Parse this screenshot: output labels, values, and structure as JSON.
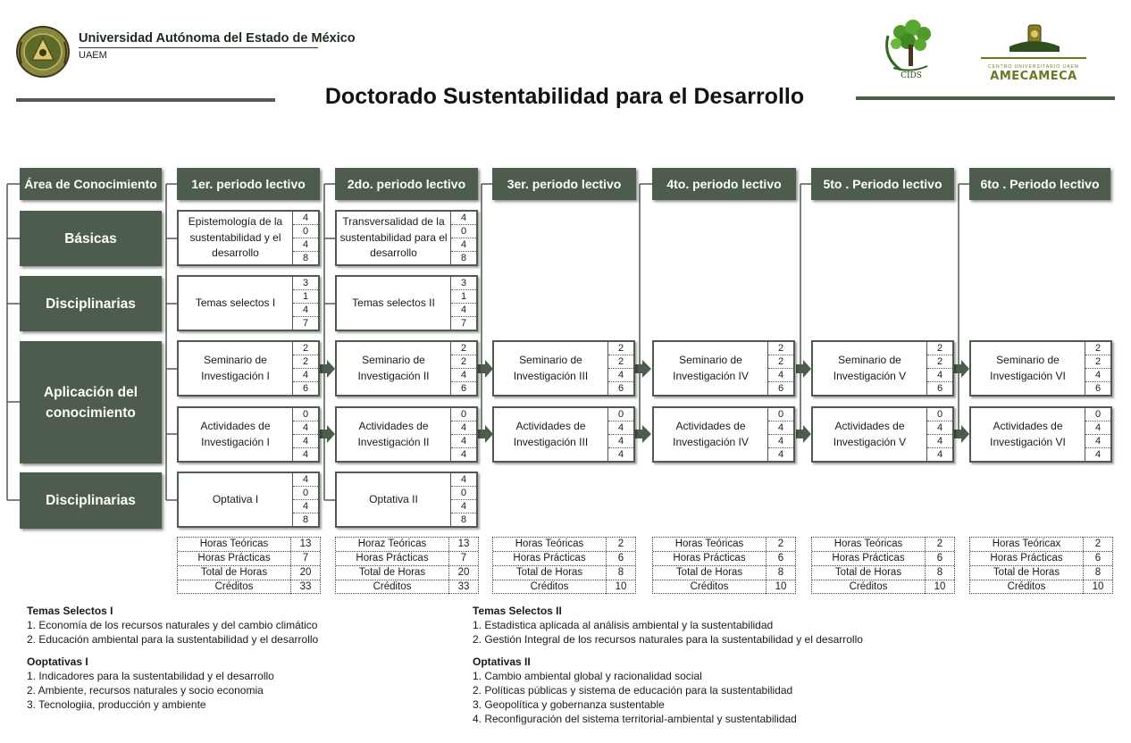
{
  "header": {
    "university_name": "Universidad Autónoma del Estado de México",
    "university_abbr": "UAEM",
    "title": "Doctorado Sustentabilidad para el Desarrollo",
    "logo_cids_text": "CIDS",
    "logo_center_small": "CENTRO UNIVERSITARIO UAEM",
    "logo_center_name": "AMECAMECA",
    "colors": {
      "primary": "#4d5c4d",
      "olive": "#6a7a22"
    }
  },
  "area_header": "Área de Conocimiento",
  "periods": [
    "1er. periodo lectivo",
    "2do. periodo lectivo",
    "3er.  periodo lectivo",
    "4to. periodo lectivo",
    "5to . Periodo lectivo",
    "6to . Periodo lectivo"
  ],
  "areas": [
    {
      "label": "Básicas"
    },
    {
      "label": "Disciplinarias"
    },
    {
      "label": "Aplicación del conocimiento"
    },
    {
      "label": "Disciplinarias"
    }
  ],
  "courses": {
    "basicas": [
      {
        "name": "Epistemología de la sustentabilidad y el desarrollo",
        "values": [
          "4",
          "0",
          "4",
          "8"
        ]
      },
      {
        "name": "Transversalidad de la sustentabilidad para el desarrollo",
        "values": [
          "4",
          "0",
          "4",
          "8"
        ]
      }
    ],
    "disciplinarias": [
      {
        "name": "Temas selectos I",
        "values": [
          "3",
          "1",
          "4",
          "7"
        ]
      },
      {
        "name": "Temas selectos II",
        "values": [
          "3",
          "1",
          "4",
          "7"
        ]
      }
    ],
    "seminario": [
      {
        "name": "Seminario de Investigación I",
        "values": [
          "2",
          "2",
          "4",
          "6"
        ]
      },
      {
        "name": "Seminario de Investigación II",
        "values": [
          "2",
          "2",
          "4",
          "6"
        ]
      },
      {
        "name": "Seminario de Investigación III",
        "values": [
          "2",
          "2",
          "4",
          "6"
        ]
      },
      {
        "name": "Seminario de Investigación IV",
        "values": [
          "2",
          "2",
          "4",
          "6"
        ]
      },
      {
        "name": "Seminario de Investigación V",
        "values": [
          "2",
          "2",
          "4",
          "6"
        ]
      },
      {
        "name": "Seminario de Investigación VI",
        "values": [
          "2",
          "2",
          "4",
          "6"
        ]
      }
    ],
    "actividades": [
      {
        "name": "Actividades de Investigación I",
        "values": [
          "0",
          "4",
          "4",
          "4"
        ]
      },
      {
        "name": "Actividades de Investigación II",
        "values": [
          "0",
          "4",
          "4",
          "4"
        ]
      },
      {
        "name": "Actividades de Investigación III",
        "values": [
          "0",
          "4",
          "4",
          "4"
        ]
      },
      {
        "name": "Actividades de Investigación IV",
        "values": [
          "0",
          "4",
          "4",
          "4"
        ]
      },
      {
        "name": "Actividades de Investigación V",
        "values": [
          "0",
          "4",
          "4",
          "4"
        ]
      },
      {
        "name": "Actividades de Investigación VI",
        "values": [
          "0",
          "4",
          "4",
          "4"
        ]
      }
    ],
    "optativas": [
      {
        "name": "Optativa I",
        "values": [
          "4",
          "0",
          "4",
          "8"
        ]
      },
      {
        "name": "Optativa II",
        "values": [
          "4",
          "0",
          "4",
          "8"
        ]
      }
    ]
  },
  "summaries": [
    {
      "rows": [
        [
          "Horas Teóricas",
          "13"
        ],
        [
          "Horas Prácticas",
          "7"
        ],
        [
          "Total de Horas",
          "20"
        ],
        [
          "Créditos",
          "33"
        ]
      ]
    },
    {
      "rows": [
        [
          "Horaz Teóricas",
          "13"
        ],
        [
          "Horas Prácticas",
          "7"
        ],
        [
          "Total de Horas",
          "20"
        ],
        [
          "Créditos",
          "33"
        ]
      ]
    },
    {
      "rows": [
        [
          "Horas Teóricas",
          "2"
        ],
        [
          "Horas Prácticas",
          "6"
        ],
        [
          "Total de Horas",
          "8"
        ],
        [
          "Créditos",
          "10"
        ]
      ]
    },
    {
      "rows": [
        [
          "Horas Teóricas",
          "2"
        ],
        [
          "Horas Prácticas",
          "6"
        ],
        [
          "Total de Horas",
          "8"
        ],
        [
          "Créditos",
          "10"
        ]
      ]
    },
    {
      "rows": [
        [
          "Horas Teóricas",
          "2"
        ],
        [
          "Horas Prácticas",
          "6"
        ],
        [
          "Total de Horas",
          "8"
        ],
        [
          "Créditos",
          "10"
        ]
      ]
    },
    {
      "rows": [
        [
          "Horas Teóricax",
          "2"
        ],
        [
          "Horas Prácticas",
          "6"
        ],
        [
          "Total de Horas",
          "8"
        ],
        [
          "Créditos",
          "10"
        ]
      ]
    }
  ],
  "notes_left": [
    {
      "heading": "Temas Selectos I",
      "items": [
        "1. Economía de los recursos naturales y del cambio climático",
        "2. Educación ambiental para la sustentabilidad y el desarrollo"
      ]
    },
    {
      "heading": "Ooptativas I",
      "items": [
        "1. Indicadores para la sustentabilidad y el desarrollo",
        "2. Ambiente, recursos naturales y socio economia",
        "3. Tecnologiia, producción y ambiente"
      ]
    }
  ],
  "notes_right": [
    {
      "heading": "Temas Selectos II",
      "items": [
        "1. Estadistica aplicada al análisis ambiental y la sustentabilidad",
        "2. Gestión Integral de los recursos naturales para la sustentabilidad y el desarrollo"
      ]
    },
    {
      "heading": "Optativas II",
      "items": [
        "1. Cambio ambiental global y racionalidad social",
        "2. Políticas públicas y sistema de educación para la sustentabilidad",
        "3. Geopolítica y gobernanza sustentable",
        "4. Reconfiguración del sistema territorial-ambiental y sustentabilidad"
      ]
    }
  ]
}
